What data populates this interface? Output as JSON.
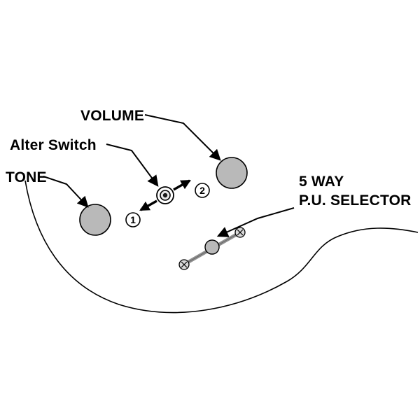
{
  "diagram": {
    "title": "guitar-controls-diagram",
    "labels": {
      "volume": "VOLUME",
      "alter_switch": "Alter Switch",
      "tone": "TONE",
      "selector_line1": "5 WAY",
      "selector_line2": "P.U. SELECTOR"
    },
    "markers": {
      "direction_1": "1",
      "direction_2": "2"
    },
    "colors": {
      "knob_fill": "#b9b9b9",
      "screw_fill": "#d9d9d9",
      "line": "#000000",
      "background": "#ffffff"
    }
  }
}
